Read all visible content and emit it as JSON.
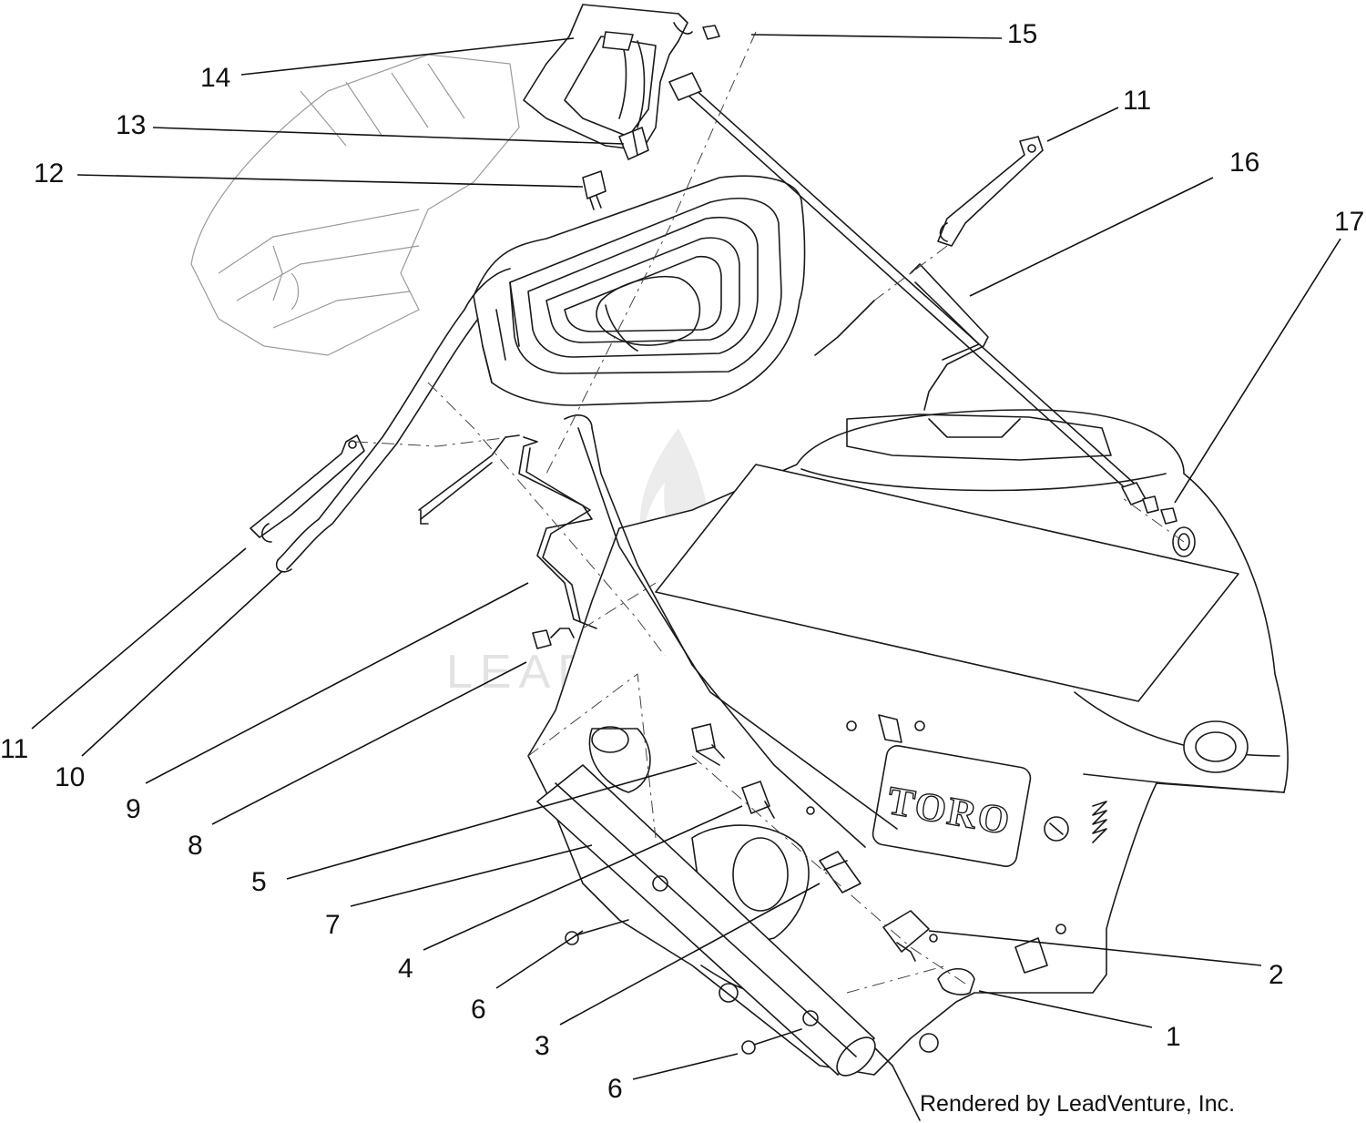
{
  "diagram": {
    "brand_label": "TORO",
    "watermark": "LEADVENTURE",
    "credit": "Rendered by LeadVenture, Inc.",
    "callouts": [
      {
        "id": "c14",
        "label": "14"
      },
      {
        "id": "c15",
        "label": "15"
      },
      {
        "id": "c13",
        "label": "13"
      },
      {
        "id": "c12",
        "label": "12"
      },
      {
        "id": "c11a",
        "label": "11"
      },
      {
        "id": "c16",
        "label": "16"
      },
      {
        "id": "c17",
        "label": "17"
      },
      {
        "id": "c11b",
        "label": "11"
      },
      {
        "id": "c10",
        "label": "10"
      },
      {
        "id": "c9",
        "label": "9"
      },
      {
        "id": "c8",
        "label": "8"
      },
      {
        "id": "c5",
        "label": "5"
      },
      {
        "id": "c7",
        "label": "7"
      },
      {
        "id": "c4",
        "label": "4"
      },
      {
        "id": "c6a",
        "label": "6"
      },
      {
        "id": "c3",
        "label": "3"
      },
      {
        "id": "c2",
        "label": "2"
      },
      {
        "id": "c1",
        "label": "1"
      },
      {
        "id": "c6b",
        "label": "6"
      }
    ]
  }
}
